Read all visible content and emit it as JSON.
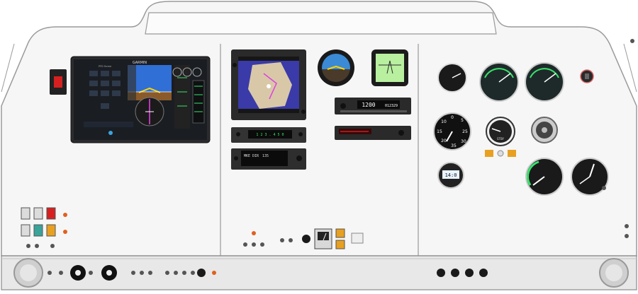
{
  "pfd": {
    "brand": "GARMIN",
    "header": "PFD Home",
    "colors": {
      "bezel": "#2c2c2e",
      "sky": "#2f6fd6",
      "ground": "#8a5a2a",
      "green": "#39e36b",
      "magenta": "#e040e0"
    }
  },
  "mfd": {
    "colors": {
      "map_blue": "#3a3aa8",
      "terrain": "#d8c8a8"
    }
  },
  "transponder": {
    "code": "1200",
    "readout": "012329"
  },
  "com_radio": {
    "readout": "1 2 3 . 4 5 0"
  },
  "gps_nav": {
    "line1": "MKE  DIR",
    "line2": "135"
  },
  "clock": {
    "readout": "14:0"
  },
  "airspeed": {
    "scale": [
      "0",
      "5",
      "10",
      "15",
      "20",
      "25",
      "30",
      "35"
    ]
  },
  "vsi": {
    "label": "STBY"
  },
  "colors": {
    "panel": "#f4f4f4",
    "outline": "#9a9a9a",
    "annun_red": "#d62020",
    "annun_amber": "#e8a020",
    "annun_teal": "#3aa39a",
    "knob": "#1a1a1a"
  }
}
